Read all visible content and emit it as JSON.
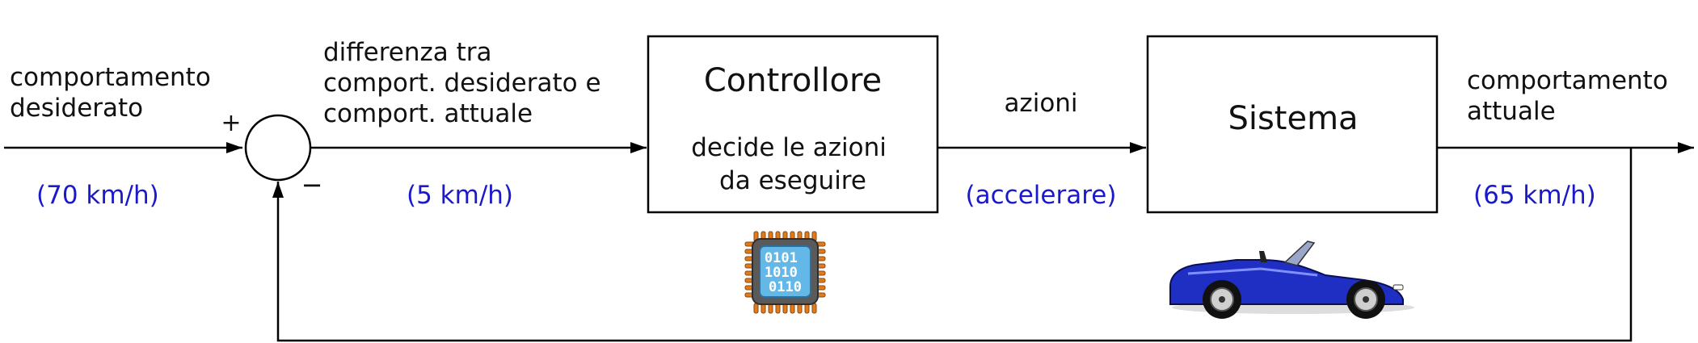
{
  "input_label": [
    "comportamento",
    "desiderato"
  ],
  "input_value": "(70 km/h)",
  "plus_sign": "+",
  "minus_sign": "−",
  "error_label": [
    "differenza tra",
    "comport. desiderato e",
    "comport. attuale"
  ],
  "error_value": "(5 km/h)",
  "controller": {
    "title": "Controllore",
    "subtitle": [
      "decide le azioni",
      "da eseguire"
    ]
  },
  "action_label": "azioni",
  "action_value": "(accelerare)",
  "system": {
    "title": "Sistema"
  },
  "output_label": [
    "comportamento",
    "attuale"
  ],
  "output_value": "(65 km/h)",
  "chip_text": [
    "0101",
    "1010",
    "0110"
  ],
  "colors": {
    "value_text": "#1a1acc",
    "car_body": "#1f2fc4",
    "chip_pins": "#e07a1a",
    "chip_die": "#63b8e8"
  },
  "icons": [
    "microchip-icon",
    "convertible-car-icon"
  ]
}
